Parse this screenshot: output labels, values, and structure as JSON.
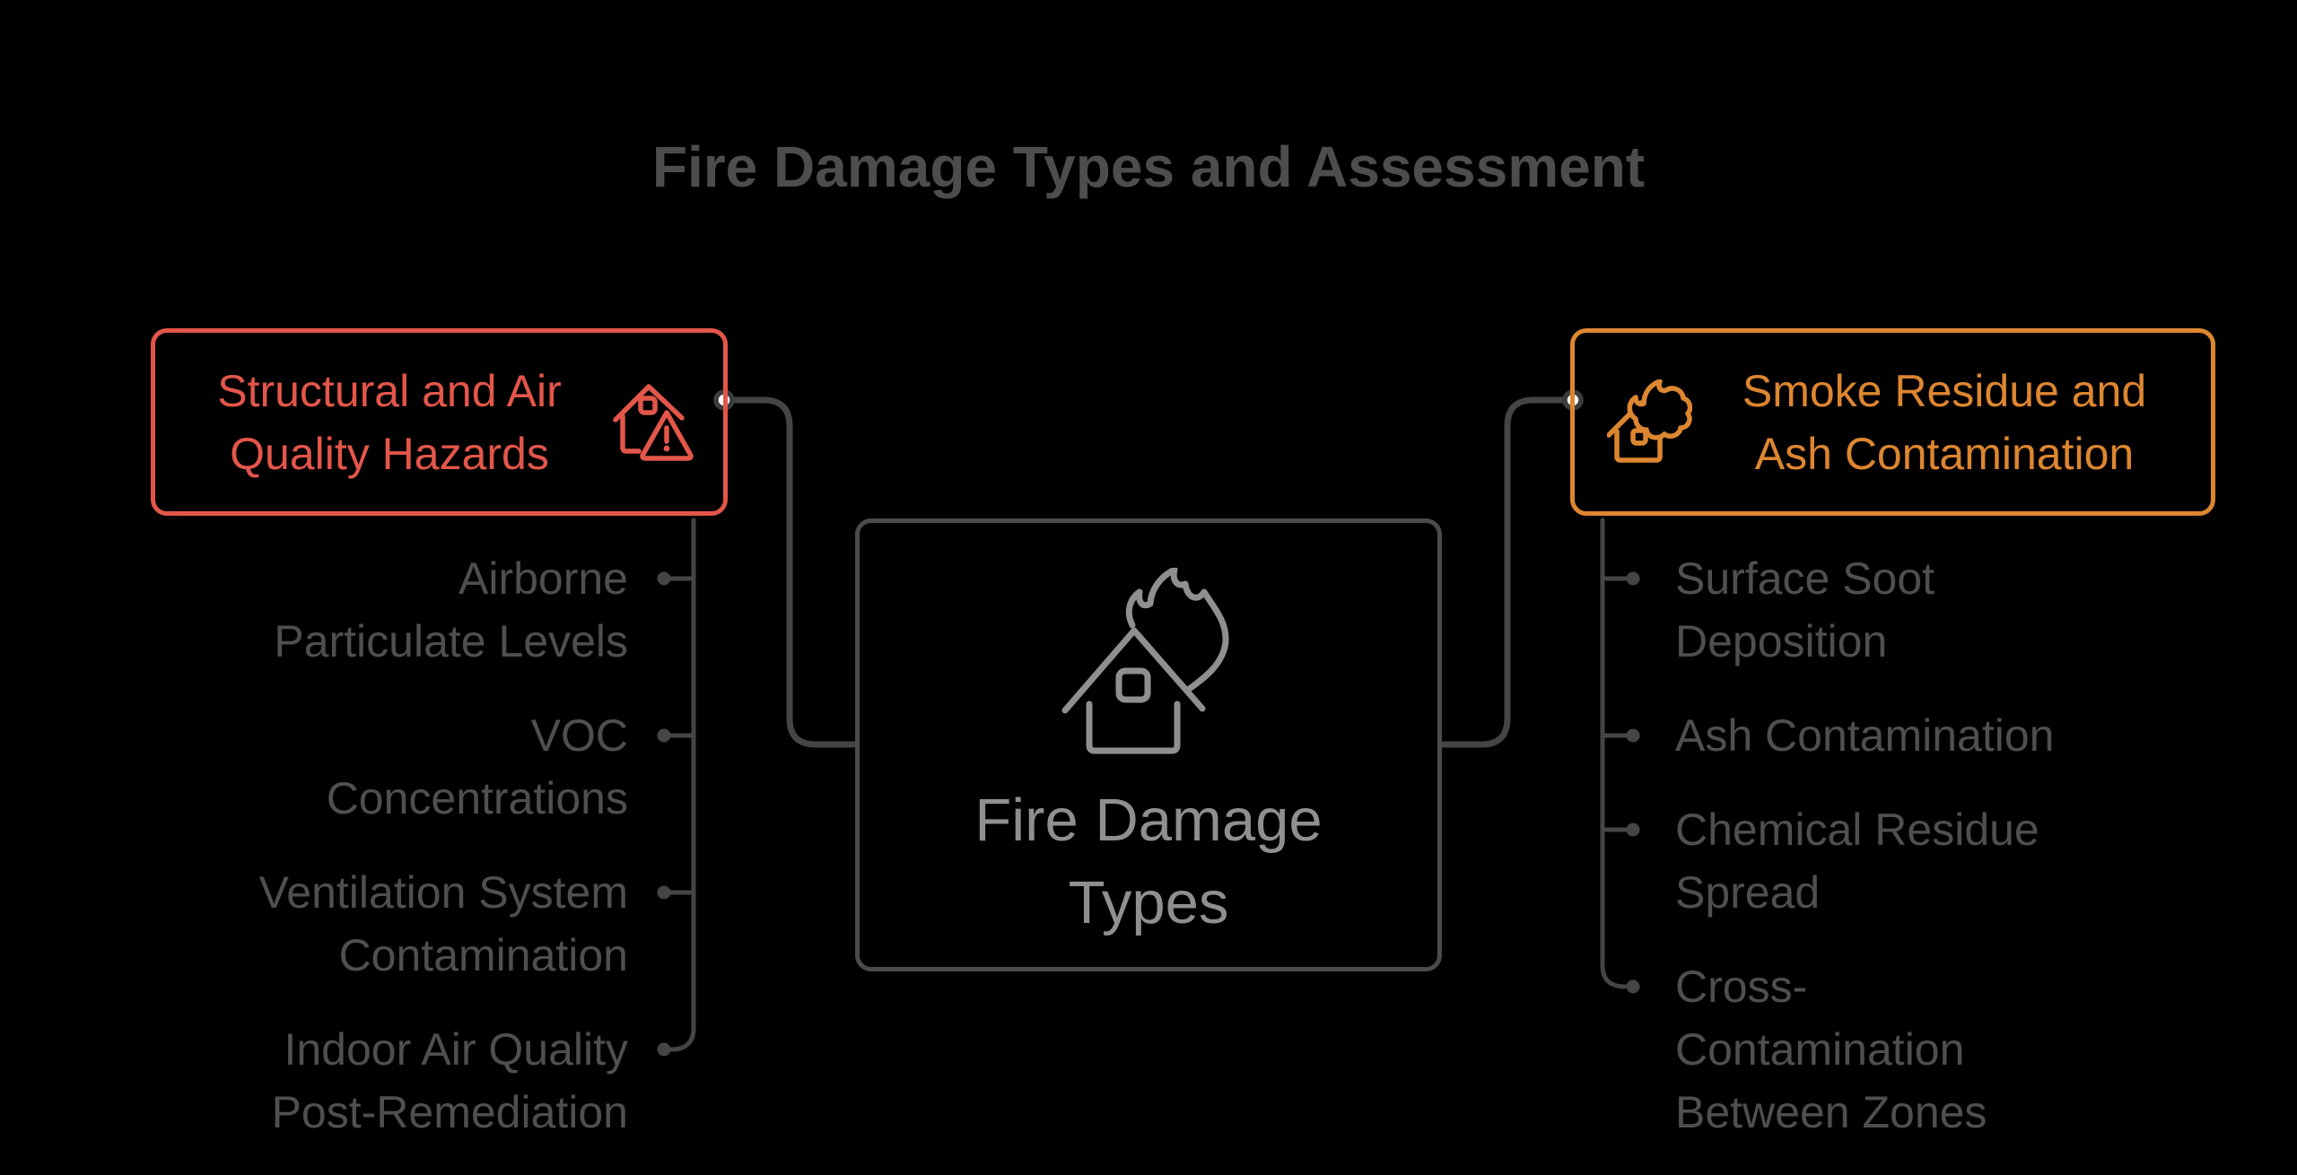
{
  "title": "Fire Damage Types and Assessment",
  "center_node": {
    "icon": "burning-house-icon",
    "label": "Fire Damage Types",
    "label_lines": [
      "Fire Damage",
      "Types"
    ]
  },
  "branches": [
    {
      "name": "structural-and-air-quality-hazards",
      "icon": "house-alert-icon",
      "color": "#e3564a",
      "label": "Structural and Air Quality Hazards",
      "label_lines": [
        "Structural and Air",
        "Quality Hazards"
      ],
      "items": [
        {
          "label": "Airborne Particulate Levels",
          "lines": [
            "Airborne",
            "Particulate Levels"
          ]
        },
        {
          "label": "VOC Concentrations",
          "lines": [
            "VOC",
            "Concentrations"
          ]
        },
        {
          "label": "Ventilation System Contamination",
          "lines": [
            "Ventilation System",
            "Contamination"
          ]
        },
        {
          "label": "Indoor Air Quality Post-Remediation",
          "lines": [
            "Indoor Air Quality",
            "Post-Remediation"
          ]
        }
      ]
    },
    {
      "name": "smoke-residue-and-ash-contamination",
      "icon": "house-smoke-icon",
      "color": "#dd8630",
      "label": "Smoke Residue and Ash Contamination",
      "label_lines": [
        "Smoke Residue and",
        "Ash Contamination"
      ],
      "items": [
        {
          "label": "Surface Soot Deposition",
          "lines": [
            "Surface Soot",
            "Deposition"
          ]
        },
        {
          "label": "Ash Contamination",
          "lines": [
            "Ash Contamination"
          ]
        },
        {
          "label": "Chemical Residue Spread",
          "lines": [
            "Chemical Residue",
            "Spread"
          ]
        },
        {
          "label": "Cross-Contamination Between Zones",
          "lines": [
            "Cross-",
            "Contamination",
            "Between Zones"
          ]
        }
      ]
    }
  ],
  "colors": {
    "background": "#000000",
    "title_text": "#4d4d4d",
    "node_border": "#4b4b4b",
    "node_text": "#8f8f8f",
    "branch_red": "#e3564a",
    "branch_orange": "#dd8630",
    "line": "#454545",
    "item_text": "#4f4f4f",
    "anchor_ring": "#3c3c3c"
  }
}
